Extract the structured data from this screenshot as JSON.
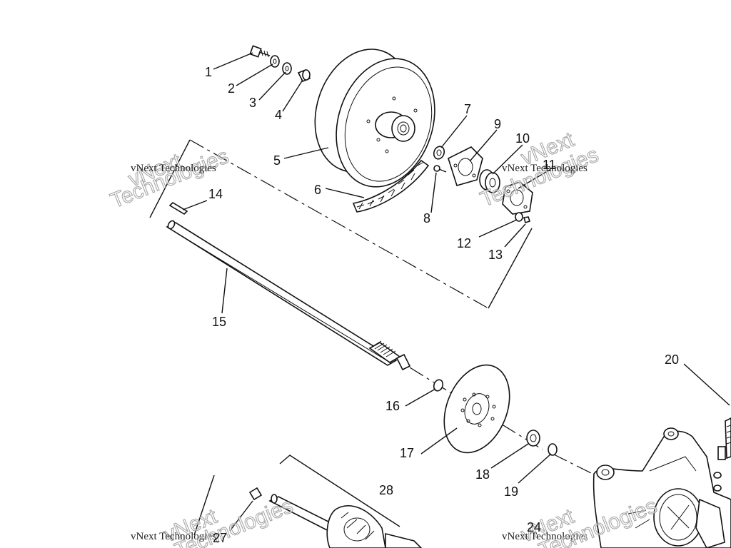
{
  "watermark": {
    "small_text": "vNext Technologies",
    "large_line1": "vNext",
    "large_line2": "Technologies"
  },
  "callouts": [
    "1",
    "2",
    "3",
    "4",
    "5",
    "6",
    "7",
    "8",
    "9",
    "10",
    "11",
    "12",
    "13",
    "14",
    "15",
    "16",
    "17",
    "18",
    "19",
    "20",
    "24",
    "27",
    "28"
  ]
}
